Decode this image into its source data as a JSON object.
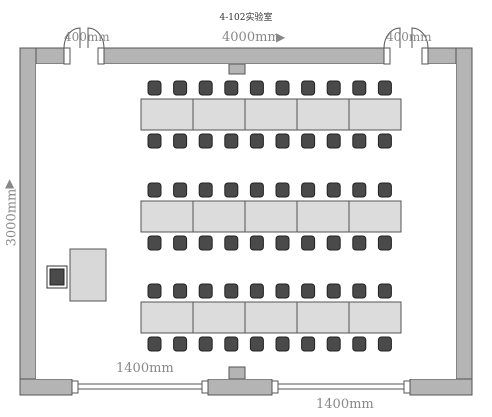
{
  "room": {
    "title": "4-102实验室",
    "width_label": "4000mm",
    "width_arrow": "▶",
    "height_label": "3000mm",
    "height_arrow": "▲",
    "door_top_left_label": "400mm",
    "door_top_right_label": "400mm",
    "door_bottom_left_label": "1400mm",
    "door_bottom_right_label": "1400mm"
  },
  "layout": {
    "table_rows": 3,
    "tables_per_row": 5,
    "chairs_per_side": 10
  },
  "colors": {
    "wall": "#b4b4b4",
    "table": "#dcdcdc",
    "chair": "#4a4a4a",
    "podium": "#d8d8d8",
    "outline": "#555555"
  }
}
